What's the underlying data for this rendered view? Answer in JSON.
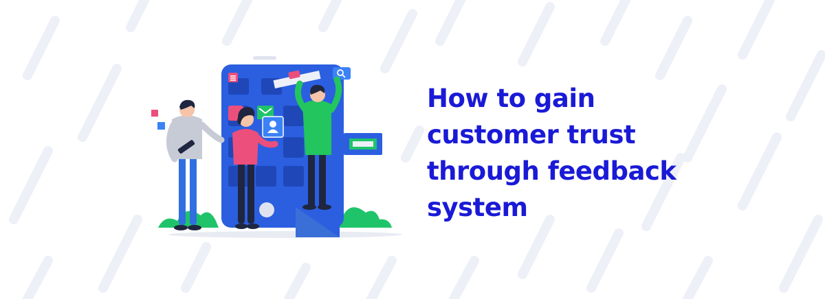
{
  "headline": {
    "lines": [
      "How to gain",
      "customer trust",
      "through feedback",
      "system"
    ]
  },
  "illustration": {
    "icons": [
      "menu-icon",
      "mail-icon",
      "user-icon",
      "search-icon",
      "photo-icon"
    ]
  },
  "colors": {
    "headline": "#1a1ad6",
    "stripe": "#eef0f8",
    "phone": "#2b5fe0",
    "phone_tile": "#1f47b8",
    "bush": "#1fc46a",
    "shirt_green": "#22c55e",
    "shirt_pink": "#ec4f7c",
    "box": "#3b6fd8"
  }
}
